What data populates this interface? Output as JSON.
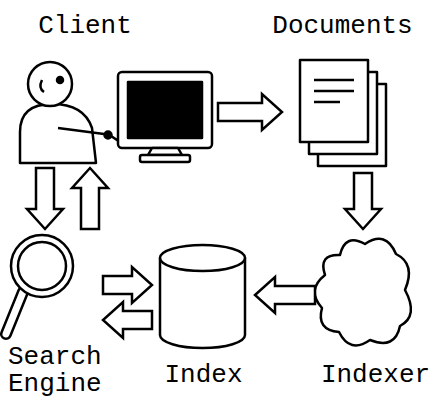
{
  "diagram": {
    "nodes": [
      {
        "text": [
          "Client"
        ]
      },
      {
        "text": [
          "Documents"
        ]
      },
      {
        "text": [
          "Search Engine"
        ]
      },
      {
        "text": [
          "Index"
        ]
      },
      {
        "text": [
          "Indexer"
        ]
      }
    ],
    "edges": [
      {
        "from": 0,
        "to": 1,
        "arrow": "to"
      },
      {
        "from": 1,
        "to": 4,
        "arrow": "to"
      },
      {
        "from": 4,
        "to": 3,
        "arrow": "to"
      },
      {
        "from": 2,
        "to": 3,
        "arrow": "to"
      },
      {
        "from": 3,
        "to": 2,
        "arrow": "to"
      },
      {
        "from": 0,
        "to": 2,
        "arrow": "to"
      },
      {
        "from": 2,
        "to": 0,
        "arrow": "to"
      }
    ]
  }
}
